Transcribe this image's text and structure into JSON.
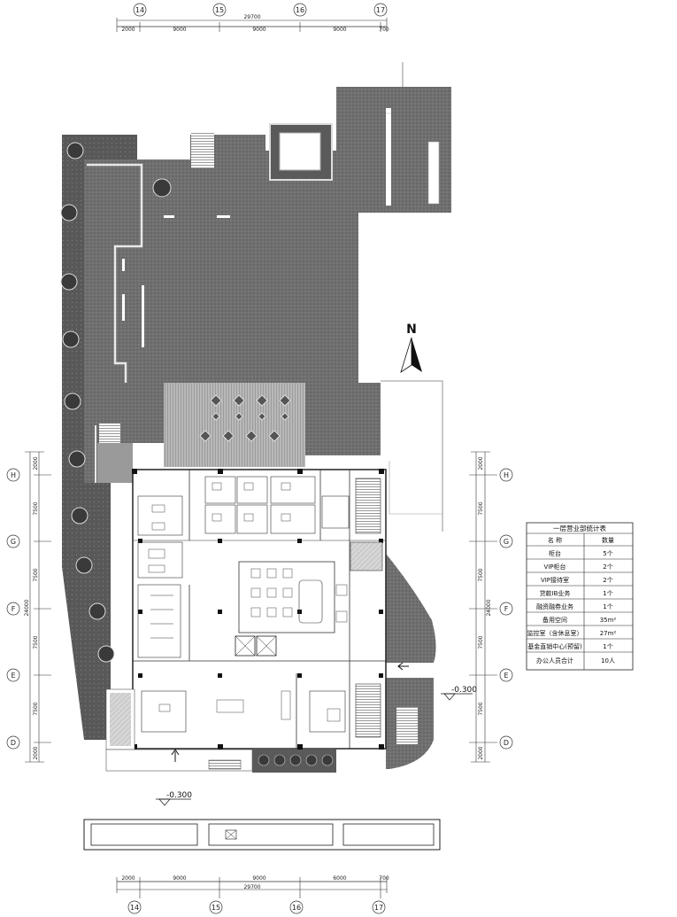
{
  "top_dimensions": {
    "grid_labels": [
      "14",
      "15",
      "16",
      "17"
    ],
    "total": "29700",
    "segments": [
      "2000",
      "9000",
      "9000",
      "9000",
      "700"
    ]
  },
  "bottom_dimensions": {
    "grid_labels": [
      "14",
      "15",
      "16",
      "17"
    ],
    "total": "29700",
    "segments": [
      "2000",
      "9000",
      "9000",
      "6000",
      "700"
    ]
  },
  "left_dimensions": {
    "grid_labels": [
      "H",
      "G",
      "F",
      "E",
      "D"
    ],
    "total": "24000",
    "segments": [
      "2000",
      "7500",
      "7500",
      "7500",
      "7500",
      "2000"
    ]
  },
  "right_dimensions": {
    "grid_labels": [
      "H",
      "G",
      "F",
      "E",
      "D"
    ],
    "total": "24000",
    "segments": [
      "2000",
      "7500",
      "7500",
      "7500",
      "7500",
      "2000"
    ]
  },
  "north_label": "N",
  "levels": [
    "-0.300",
    "-0.300"
  ],
  "schedule": {
    "title": "一层营业部统计表",
    "headers": [
      "名 称",
      "数量"
    ],
    "rows": [
      [
        "柜台",
        "5个"
      ],
      [
        "VIP柜台",
        "2个"
      ],
      [
        "VIP接待室",
        "2个"
      ],
      [
        "贷款IB业务",
        "1个"
      ],
      [
        "融资融券业务",
        "1个"
      ],
      [
        "备用空间",
        "35m²"
      ],
      [
        "监控室（含休息室）",
        "27m²"
      ],
      [
        "基金直销中心(预留)",
        "1个"
      ],
      [
        "办公人员合计",
        "10人"
      ]
    ]
  },
  "colors": {
    "paving": "#6e6e6e",
    "paving_dark": "#4f4f4f",
    "lawn": "#8a8a8a",
    "line": "#222222"
  }
}
